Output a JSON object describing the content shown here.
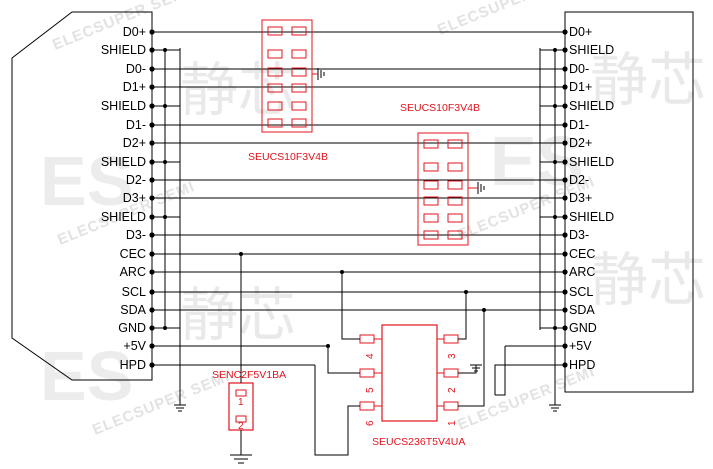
{
  "left_connector": {
    "pins": [
      "D0+",
      "SHIELD",
      "D0-",
      "D1+",
      "SHIELD",
      "D1-",
      "D2+",
      "SHIELD",
      "D2-",
      "D3+",
      "SHIELD",
      "D3-",
      "CEC",
      "ARC",
      "SCL",
      "SDA",
      "GND",
      "+5V",
      "HPD"
    ]
  },
  "right_connector": {
    "pins": [
      "D0+",
      "SHIELD",
      "D0-",
      "D1+",
      "SHIELD",
      "D1-",
      "D2+",
      "SHIELD",
      "D2-",
      "D3+",
      "SHIELD",
      "D3-",
      "CEC",
      "ARC",
      "SCL",
      "SDA",
      "GND",
      "+5V",
      "HPD"
    ]
  },
  "components": {
    "tvs_top": {
      "label": "SEUCS10F3V4B"
    },
    "tvs_mid": {
      "label": "SEUCS10F3V4B"
    },
    "tvs_cec": {
      "label": "SENC2F5V1BA",
      "pin1": "1",
      "pin2": "2"
    },
    "tvs_ic": {
      "label": "SEUCS236T5V4UA",
      "pins": [
        "4",
        "5",
        "6",
        "3",
        "2",
        "1"
      ]
    }
  },
  "watermark": {
    "cn": "静芯",
    "en": "ELECSUPER SEMI",
    "logo": "ES"
  },
  "colors": {
    "wire": "#000000",
    "component": "#e0141e",
    "watermark": "#cccccc"
  }
}
